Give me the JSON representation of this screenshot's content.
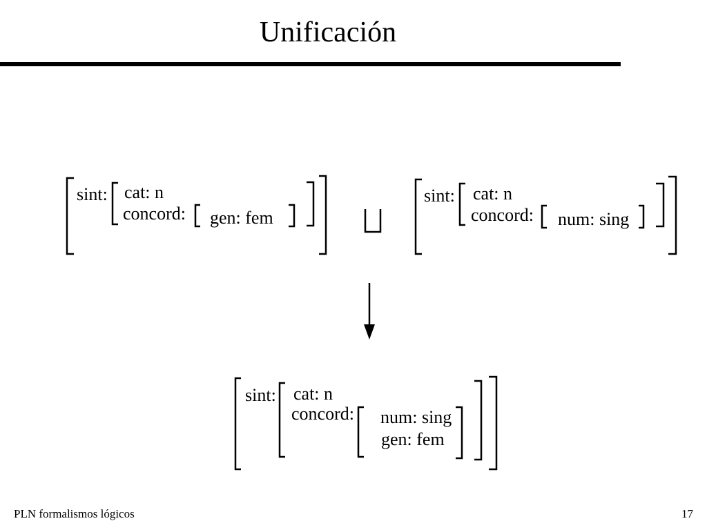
{
  "slide": {
    "title": "Unificación",
    "footer_left": "PLN  formalismos lógicos",
    "page_number": "17"
  },
  "fs_left": {
    "sint": "sint:",
    "cat": "cat: n",
    "concord": "concord:",
    "gen": "gen: fem"
  },
  "fs_right": {
    "sint": "sint:",
    "cat": "cat: n",
    "concord": "concord:",
    "num": "num: sing"
  },
  "fs_result": {
    "sint": "sint:",
    "cat": "cat: n",
    "concord": "concord:",
    "num": "num: sing",
    "gen": "gen: fem"
  },
  "operator_symbol": "unification-operator",
  "arrow_icon": "arrow-down-icon"
}
